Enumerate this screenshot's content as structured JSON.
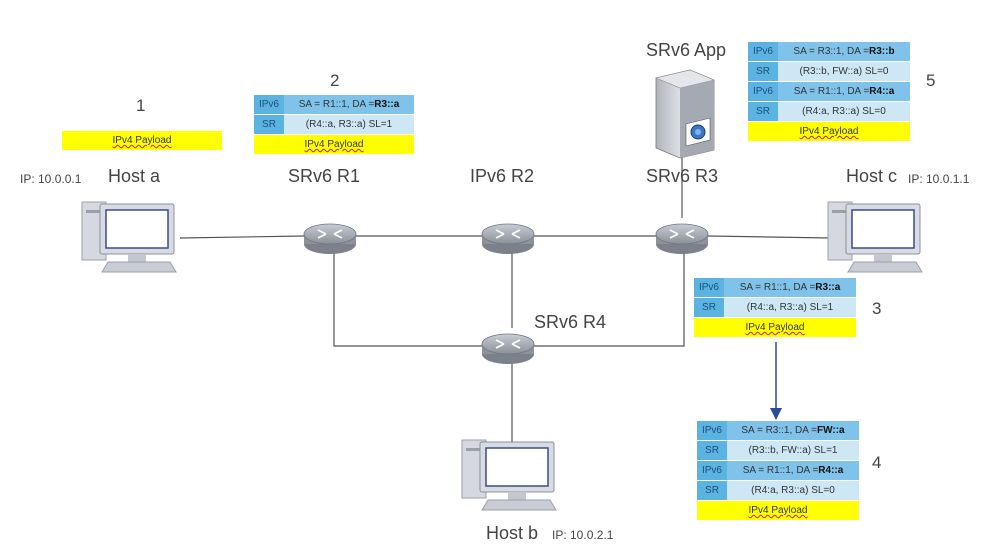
{
  "hosts": {
    "a": {
      "name": "Host a",
      "ip": "IP: 10.0.0.1"
    },
    "b": {
      "name": "Host b",
      "ip": "IP: 10.0.2.1"
    },
    "c": {
      "name": "Host c",
      "ip": "IP: 10.0.1.1"
    }
  },
  "routers": {
    "r1": "SRv6 R1",
    "r2": "IPv6 R2",
    "r3": "SRv6 R3",
    "r4": "SRv6 R4"
  },
  "app": "SRv6 App",
  "steps": [
    "1",
    "2",
    "3",
    "4",
    "5"
  ],
  "tags": {
    "ipv6": "IPv6",
    "sr": "SR"
  },
  "payload": "IPv4 Payload",
  "packets": {
    "p2": {
      "ipv6_pre": "SA = R1::1, DA = ",
      "ipv6_bold": "R3::a",
      "sr": "(R4::a, R3::a) SL=1"
    },
    "p3": {
      "ipv6_pre": "SA = R1::1, DA = ",
      "ipv6_bold": "R3::a",
      "sr": "(R4::a, R3::a) SL=1"
    },
    "p4": {
      "outer_ipv6_pre": "SA = R3::1, DA = ",
      "outer_ipv6_bold": "FW::a",
      "outer_sr": "(R3::b, FW::a) SL=1",
      "inner_ipv6_pre": "SA = R1::1, DA = ",
      "inner_ipv6_bold": "R4::a",
      "inner_sr": "(R4:a, R3::a) SL=0"
    },
    "p5": {
      "outer_ipv6_pre": "SA = R3::1, DA = ",
      "outer_ipv6_bold": "R3::b",
      "outer_sr": "(R3::b, FW::a) SL=0",
      "inner_ipv6_pre": "SA = R1::1, DA = ",
      "inner_ipv6_bold": "R4::a",
      "inner_sr": "(R4:a, R3::a) SL=0"
    }
  }
}
